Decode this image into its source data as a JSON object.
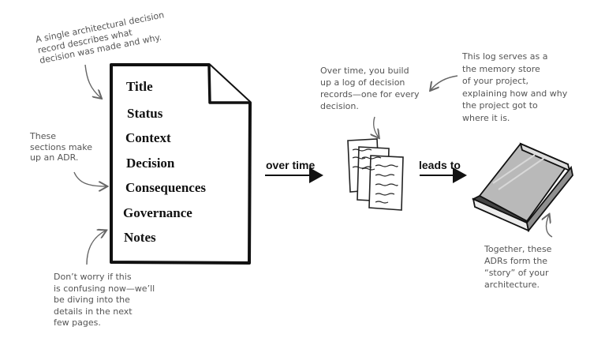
{
  "notes": {
    "adr_record": [
      "A single architectural decision",
      "record describes what",
      "decision was made and why."
    ],
    "sections": [
      "These",
      "sections make",
      "up an ADR."
    ],
    "dont_worry": [
      "Don’t worry if this",
      "is confusing now—we’ll",
      "be diving into the",
      "details in the next",
      "few pages."
    ],
    "log_build": [
      "Over time, you build",
      "up a log of decision",
      "records—one for every",
      "decision."
    ],
    "memory": [
      "This log serves as a",
      "the memory store",
      "of your project,",
      "explaining how and why",
      "the project got to",
      "where it is."
    ],
    "story": [
      "Together, these",
      "ADRs form the",
      "“story” of your",
      "architecture."
    ]
  },
  "document": {
    "sections": [
      "Title",
      "Status",
      "Context",
      "Decision",
      "Consequences",
      "Governance",
      "Notes"
    ]
  },
  "flow": {
    "over_time": "over time",
    "leads_to": "leads to"
  }
}
